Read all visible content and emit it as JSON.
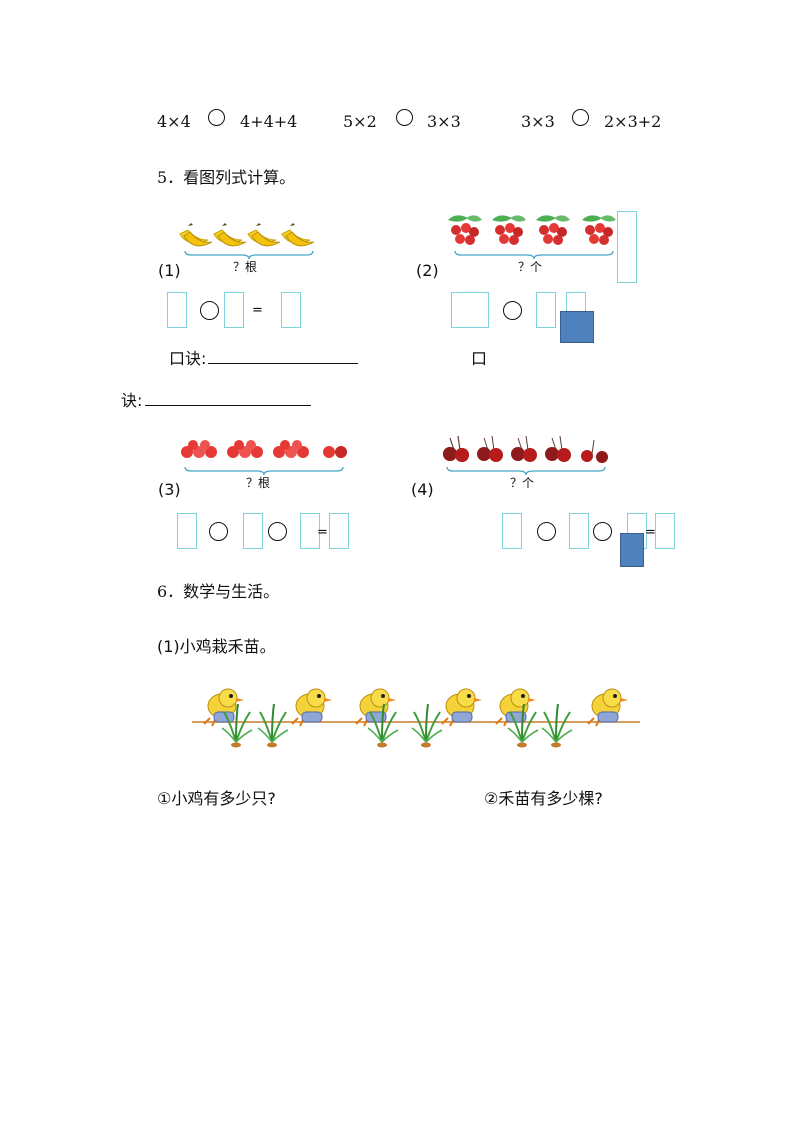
{
  "compare": [
    {
      "left": "4×4",
      "right": "4+4+4"
    },
    {
      "left": "5×2",
      "right": "3×3"
    },
    {
      "left": "3×3",
      "right": "2×3+2"
    }
  ],
  "section5": {
    "title": "5．看图列式计算。",
    "p1": {
      "label": "(1)",
      "question": "？根"
    },
    "p2": {
      "label": "(2)",
      "question": "？个"
    },
    "p3": {
      "label": "(3)",
      "question": "？根"
    },
    "p4": {
      "label": "(4)",
      "question": "？个"
    },
    "equals": "=",
    "koujue_label": "口诀:",
    "koujue2_part1": "口",
    "koujue2_part2": "诀:"
  },
  "section6": {
    "title": "6．数学与生活。",
    "sub1": "(1)小鸡栽禾苗。",
    "q1": "①小鸡有多少只?",
    "q2": "②禾苗有多少棵?"
  },
  "colors": {
    "box_border": "#7fd3dc",
    "filled_box": "#4f81bd"
  }
}
